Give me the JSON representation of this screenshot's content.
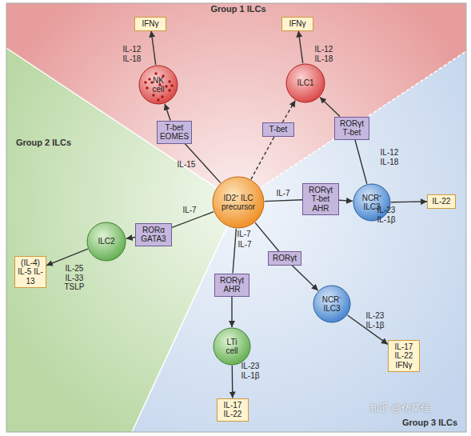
{
  "diagram": {
    "nodes": [
      {
        "text": [
          "IFNγ"
        ]
      },
      {
        "text": [
          "IFNγ"
        ]
      },
      {
        "text": [
          "NK cell"
        ]
      },
      {
        "text": [
          "ILC1"
        ]
      },
      {
        "text": [
          "T-bet EOMES"
        ]
      },
      {
        "text": [
          "T-bet"
        ]
      },
      {
        "text": [
          "RORγt T-bet"
        ]
      },
      {
        "text": [
          "ID2⁺ ILC precursor"
        ]
      },
      {
        "text": [
          "RORγt T-bet AHR"
        ]
      },
      {
        "text": [
          "NCR⁺ ILC3"
        ]
      },
      {
        "text": [
          "IL-22"
        ]
      },
      {
        "text": [
          "RORα GATA3"
        ]
      },
      {
        "text": [
          "ILC2"
        ]
      },
      {
        "text": [
          "(IL-4) IL-5 IL-13"
        ]
      },
      {
        "text": [
          "RORγt AHR"
        ]
      },
      {
        "text": [
          "RORγt"
        ]
      },
      {
        "text": [
          "NCR⁻ ILC3"
        ]
      },
      {
        "text": [
          "LTi cell"
        ]
      },
      {
        "text": [
          "IL-17 IL-22 IFNγ"
        ]
      },
      {
        "text": [
          "IL-17 IL-22"
        ]
      }
    ],
    "edges": [
      {
        "from": 2,
        "to": 0,
        "arrow": "to",
        "label": "IL-12 IL-18"
      },
      {
        "from": 3,
        "to": 1,
        "arrow": "to",
        "label": "IL-12 IL-18"
      },
      {
        "from": 7,
        "to": 4,
        "arrow": "none",
        "label": "IL-15"
      },
      {
        "from": 4,
        "to": 2,
        "arrow": "to"
      },
      {
        "from": 7,
        "to": 5,
        "arrow": "none"
      },
      {
        "from": 5,
        "to": 3,
        "arrow": "to"
      },
      {
        "from": 9,
        "to": 6,
        "arrow": "none",
        "label": "IL-12 IL-18"
      },
      {
        "from": 6,
        "to": 3,
        "arrow": "to"
      },
      {
        "from": 7,
        "to": 8,
        "arrow": "none",
        "label": "IL-7"
      },
      {
        "from": 8,
        "to": 9,
        "arrow": "to"
      },
      {
        "from": 9,
        "to": 10,
        "arrow": "to",
        "label": "IL-23 IL-1β"
      },
      {
        "from": 7,
        "to": 11,
        "arrow": "none",
        "label": "IL-7"
      },
      {
        "from": 11,
        "to": 12,
        "arrow": "to"
      },
      {
        "from": 12,
        "to": 13,
        "arrow": "to",
        "label": "IL-25 IL-33 TSLP"
      },
      {
        "from": 7,
        "to": 14,
        "arrow": "none",
        "label": "IL-7"
      },
      {
        "from": 14,
        "to": 17,
        "arrow": "to"
      },
      {
        "from": 7,
        "to": 15,
        "arrow": "none",
        "label": "IL-7"
      },
      {
        "from": 15,
        "to": 16,
        "arrow": "to"
      },
      {
        "from": 16,
        "to": 18,
        "arrow": "to",
        "label": "IL-23 IL-1β"
      },
      {
        "from": 17,
        "to": 19,
        "arrow": "to",
        "label": "IL-23 IL-1β"
      }
    ],
    "labels": [
      "Group 1 ILCs",
      "Group 2 ILCs",
      "Group 3 ILCs",
      "知乎 @仿草佳"
    ]
  }
}
